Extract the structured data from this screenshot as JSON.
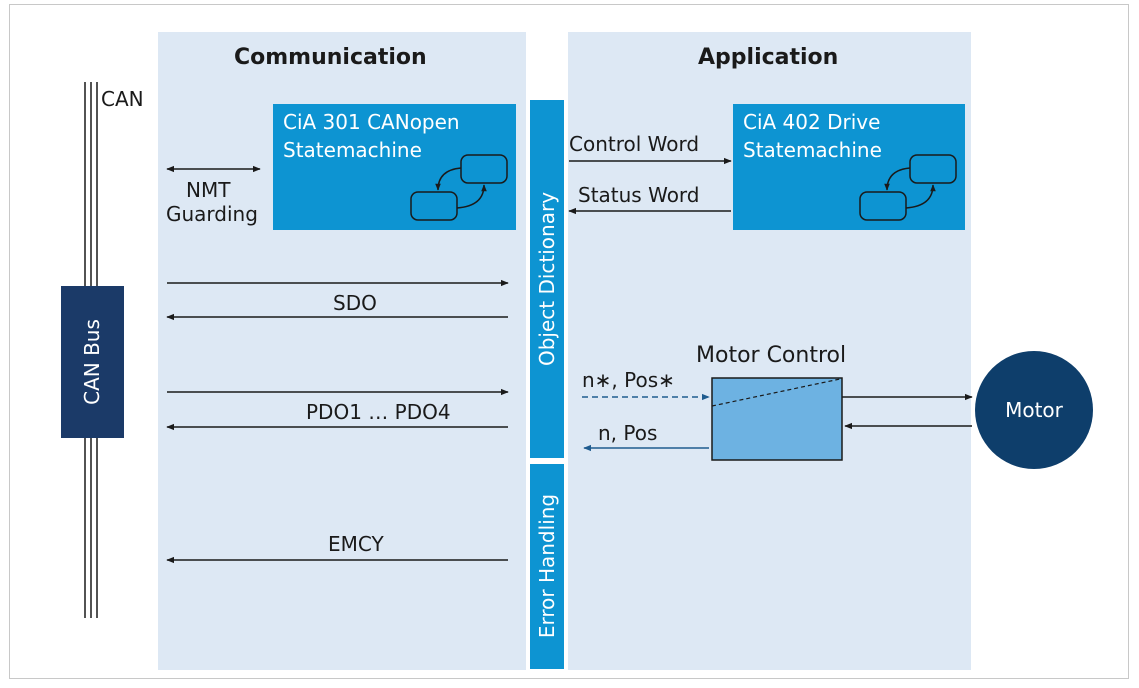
{
  "headings": {
    "communication": "Communication",
    "application": "Application"
  },
  "bus": {
    "can_label": "CAN",
    "can_bus_label": "CAN Bus"
  },
  "communication": {
    "canopen_box": {
      "line1": "CiA 301 CANopen",
      "line2": "Statemachine"
    },
    "nmt_label_1": "NMT",
    "nmt_label_2": "Guarding",
    "sdo_label": "SDO",
    "pdo_label": "PDO1 … PDO4",
    "emcy_label": "EMCY"
  },
  "middle": {
    "object_dictionary": "Object Dictionary",
    "error_handling": "Error Handling"
  },
  "application": {
    "drive_box": {
      "line1": "CiA 402 Drive",
      "line2": "Statemachine"
    },
    "control_word": "Control Word",
    "status_word": "Status Word",
    "motor_control_title": "Motor Control",
    "setpoint_label": "n∗, Pos∗",
    "feedback_label": "n, Pos",
    "motor_label": "Motor"
  },
  "colors": {
    "panel_background": "#dde8f4",
    "box_blue": "#0d94d2",
    "dark_navy": "#1b3a68",
    "motor_navy": "#0e3e6b",
    "motor_control_fill": "#6db2e2",
    "signal_arrow": "#1f5c8f"
  }
}
